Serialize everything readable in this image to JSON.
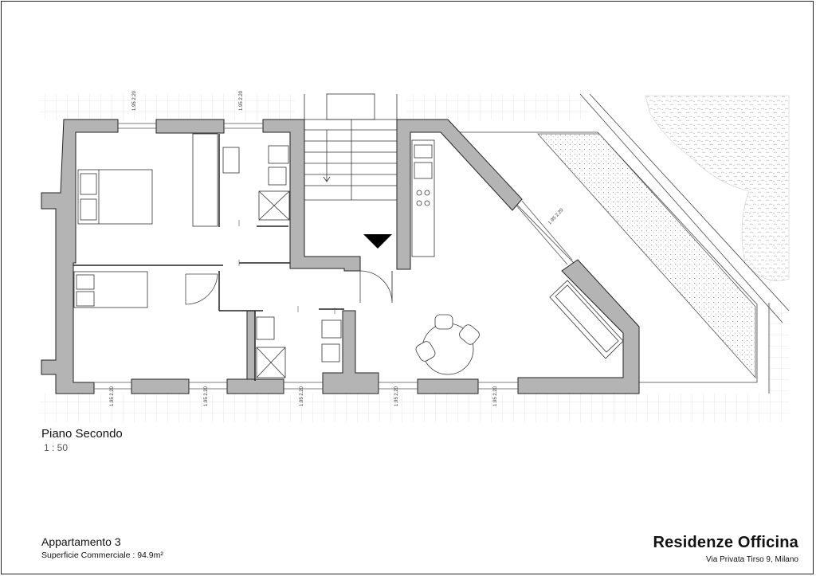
{
  "drawing": {
    "floor_title": "Piano Secondo",
    "scale": "1 : 50",
    "dimension_labels": [
      "1.95 2.20",
      "1.95 2.20",
      "1.95 2.20",
      "1.95 2.20",
      "1.95 2.20",
      "1.95 2.20",
      "1.95 2.20",
      "1.95 2.20"
    ]
  },
  "unit": {
    "name": "Appartamento 3",
    "area": "Superficie Commerciale :  94.9m²"
  },
  "project": {
    "name": "Residenze Officina",
    "address": "Via Privata Tirso 9, Milano"
  },
  "colors": {
    "wall_fill": "#b4b4b4",
    "line": "#111111",
    "paving": "#cfcfcf"
  }
}
